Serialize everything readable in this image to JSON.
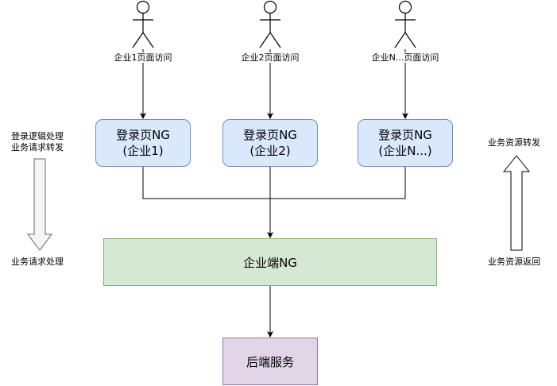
{
  "actors": [
    {
      "label": "企业1页面访问"
    },
    {
      "label": "企业2页面访问"
    },
    {
      "label": "企业N...页面访问"
    }
  ],
  "login_boxes": [
    {
      "line1": "登录页NG",
      "line2": "(企业1)"
    },
    {
      "line1": "登录页NG",
      "line2": "(企业2)"
    },
    {
      "line1": "登录页NG",
      "line2": "(企业N...)"
    }
  ],
  "enterprise_ng": "企业端NG",
  "backend": "后端服务",
  "left_side": {
    "top_line1": "登录逻辑处理",
    "top_line2": "业务请求转发",
    "bottom": "业务请求处理"
  },
  "right_side": {
    "top": "业务资源转发",
    "bottom": "业务资源返回"
  },
  "colors": {
    "login_fill": "#dae8fc",
    "login_stroke": "#6c8ebf",
    "ent_fill": "#d5e8d4",
    "ent_stroke": "#82b366",
    "backend_fill": "#e1d5e7",
    "backend_stroke": "#9673a6",
    "down_arrow_fill": "#f5f5f5",
    "down_arrow_stroke": "#666666"
  }
}
